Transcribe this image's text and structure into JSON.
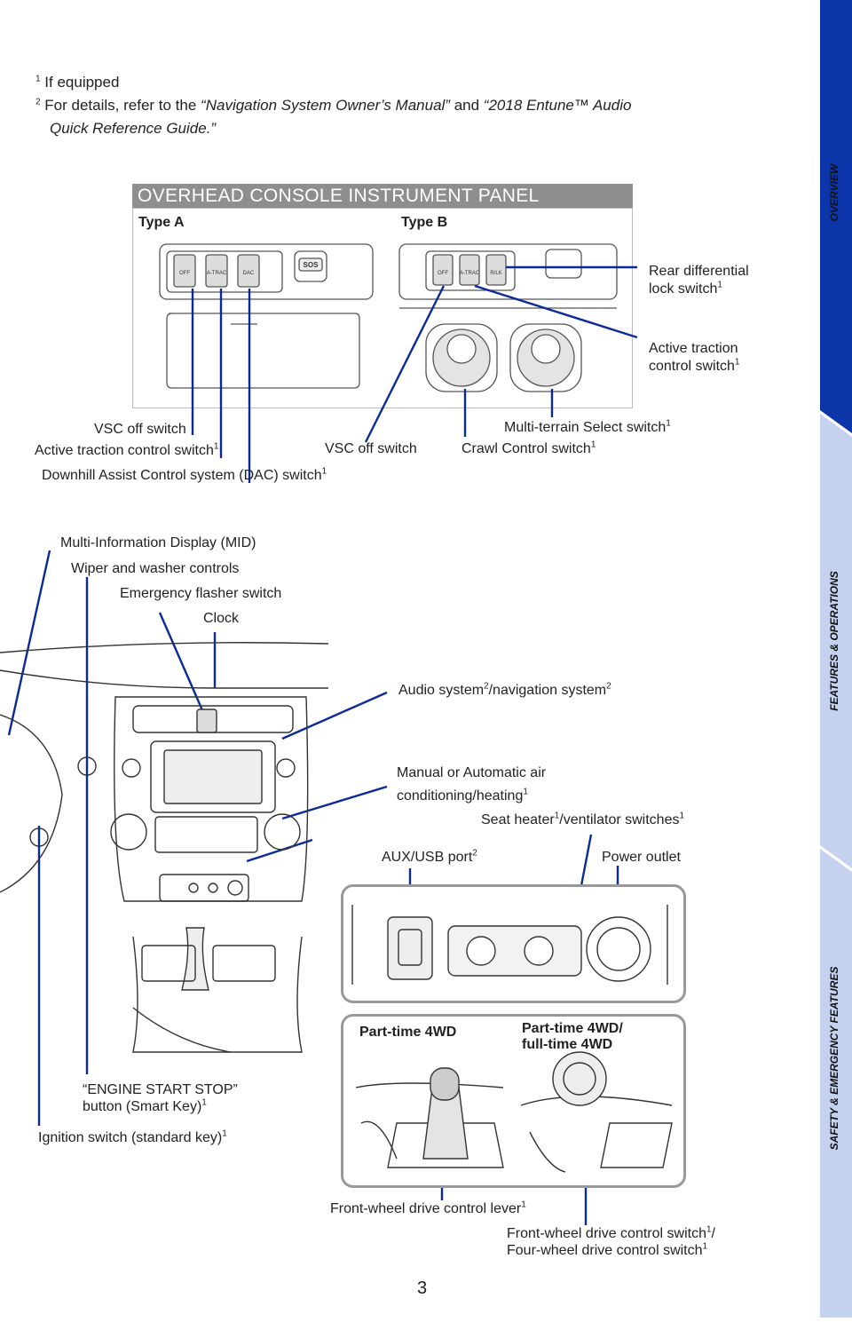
{
  "footnotes": {
    "n1_mark": "1",
    "n1_text": "If equipped",
    "n2_mark": "2",
    "n2_pre": "For details, refer to the ",
    "n2_ref1": "“Navigation System Owner’s Manual”",
    "n2_and": " and ",
    "n2_ref2a": "“2018 Entune™ Audio",
    "n2_ref2b": "Quick Reference Guide.”"
  },
  "overhead": {
    "banner": "OVERHEAD CONSOLE INSTRUMENT PANEL",
    "type_a": "Type A",
    "type_b": "Type B",
    "button_labels": {
      "off": "OFF",
      "atrac": "A-TRAC",
      "dac": "DAC",
      "sos": "SOS",
      "rlk": "R/LK"
    }
  },
  "labels": {
    "rear_diff_1": "Rear differential",
    "rear_diff_2": "lock switch",
    "active_traction_1": "Active traction",
    "active_traction_2": "control switch",
    "vsc_a": "VSC off switch",
    "active_traction_a": "Active traction control switch",
    "dac": "Downhill Assist Control system (DAC) switch",
    "vsc_b": "VSC off switch",
    "mts": "Multi-terrain Select switch",
    "crawl": "Crawl Control switch",
    "mid": "Multi-Information Display (MID)",
    "wiper": "Wiper and washer controls",
    "hazard": "Emergency flasher switch",
    "clock": "Clock",
    "audio_a": "Audio system",
    "audio_b": "/navigation system",
    "ac_1": "Manual or Automatic air",
    "ac_2": "conditioning/heating",
    "seat_a": "Seat heater",
    "seat_b": "/ventilator switches",
    "aux": "AUX/USB port",
    "power": "Power outlet",
    "pt4wd": "Part-time 4WD",
    "ft4wd_1": "Part-time 4WD/",
    "ft4wd_2": "full-time 4WD",
    "engine_1": "“ENGINE START STOP”",
    "engine_2": "button (Smart Key)",
    "ignition": "Ignition switch (standard key)",
    "lever": "Front-wheel drive control lever",
    "fwd_1": "Front-wheel drive control switch",
    "fwd_2": "Four-wheel drive control switch",
    "sup1": "1",
    "sup2": "2",
    "slash": "/"
  },
  "sidebar": {
    "overview": "OVERVIEW",
    "features": "FEATURES & OPERATIONS",
    "safety": "SAFETY & EMERGENCY FEATURES",
    "colors": {
      "active": "#0b35a8",
      "inactive": "#c4d2ef"
    }
  },
  "page_number": "3"
}
